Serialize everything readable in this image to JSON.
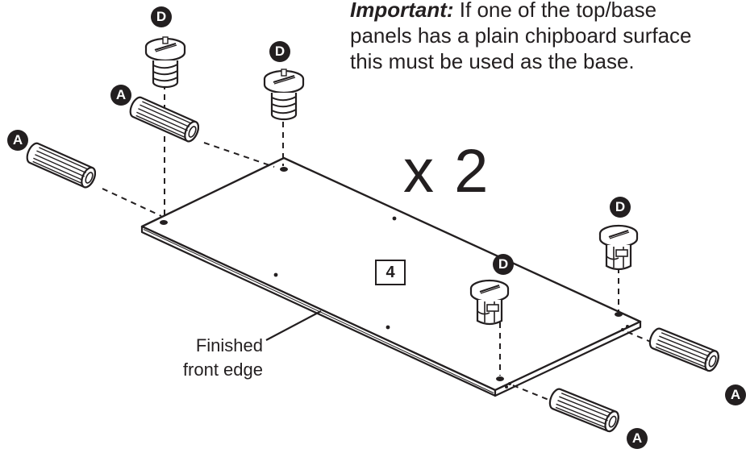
{
  "instruction": {
    "label": "Important:",
    "lines": [
      " If one of the top/base",
      "panels has a plain chipboard surface",
      "this must be used as the base."
    ]
  },
  "quantity": "x 2",
  "panel_number": "4",
  "edge_label": [
    "Finished",
    "front edge"
  ],
  "parts": {
    "dowel": "A",
    "cam": "D"
  }
}
